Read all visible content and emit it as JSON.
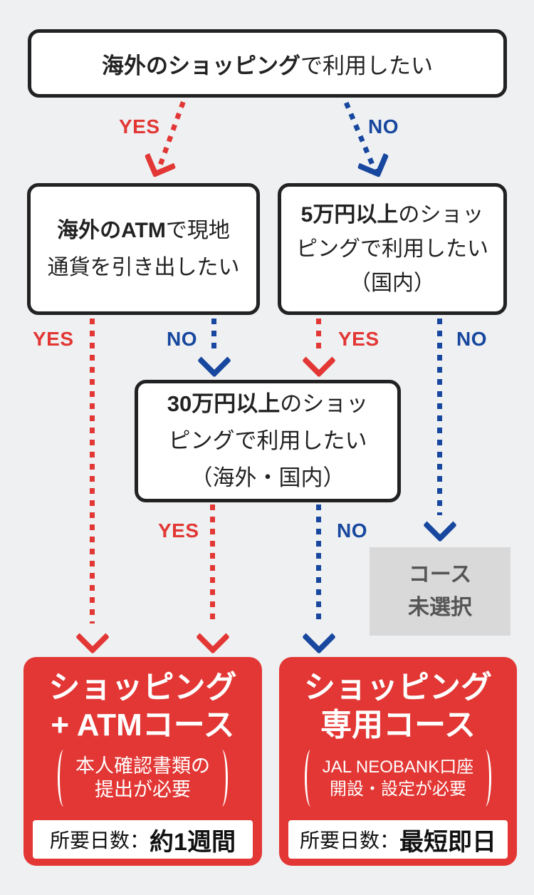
{
  "colors": {
    "bg": "#eff0f2",
    "ink": "#222222",
    "red": "#e23734",
    "blue": "#17479e",
    "grayBox": "#d9d9d9",
    "grayText": "#555555"
  },
  "labels": {
    "yes": "YES",
    "no": "NO"
  },
  "questions": {
    "overseas_shopping": {
      "bold": "海外のショッピング",
      "rest": "で利用したい"
    },
    "overseas_atm": {
      "bold": "海外のATM",
      "rest": "で現地",
      "line2": "通貨を引き出したい"
    },
    "over_5man": {
      "bold": "5万円以上",
      "rest": "のショッ",
      "line2": "ピングで利用したい",
      "line3": "（国内）"
    },
    "over_30man": {
      "bold": "30万円以上",
      "rest": "のショッ",
      "line2": "ピングで利用したい",
      "line3": "（海外・国内）"
    }
  },
  "unselected": {
    "line1": "コース",
    "line2": "未選択"
  },
  "results": {
    "shopping_atm": {
      "title_line1": "ショッピング",
      "title_line2": "+ ATMコース",
      "note_line1": "本人確認書類の",
      "note_line2": "提出が必要",
      "days_label": "所要日数：",
      "days_value": "約1週間"
    },
    "shopping_only": {
      "title_line1": "ショッピング",
      "title_line2": "専用コース",
      "note_line1": "JAL NEOBANK口座",
      "note_line2": "開設・設定が必要",
      "days_label": "所要日数：",
      "days_value": "最短即日"
    }
  }
}
